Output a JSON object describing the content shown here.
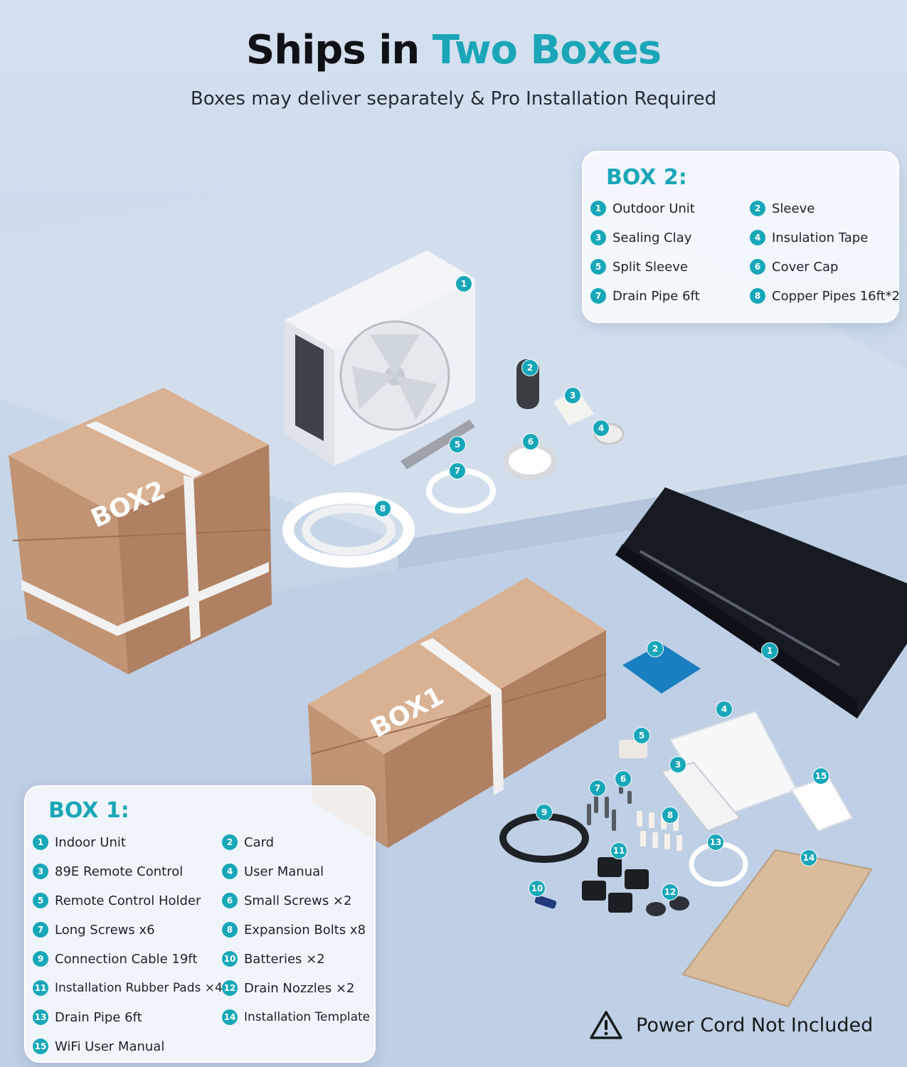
{
  "title": {
    "part1": "Ships in ",
    "part2": "Two Boxes"
  },
  "subtitle": "Boxes may deliver separately & Pro Installation Required",
  "colors": {
    "accent": "#1aa6b8",
    "marker": "#17a7b9",
    "box": "#c59a7a"
  },
  "box_labels": {
    "box2": "BOX2",
    "box1": "BOX1"
  },
  "box2_panel": {
    "heading": "BOX 2:",
    "items": [
      {
        "n": "1",
        "label": "Outdoor Unit"
      },
      {
        "n": "2",
        "label": "Sleeve"
      },
      {
        "n": "3",
        "label": "Sealing Clay"
      },
      {
        "n": "4",
        "label": "Insulation Tape"
      },
      {
        "n": "5",
        "label": "Split Sleeve"
      },
      {
        "n": "6",
        "label": "Cover Cap"
      },
      {
        "n": "7",
        "label": "Drain Pipe 6ft"
      },
      {
        "n": "8",
        "label": "Copper Pipes 16ft*2"
      }
    ]
  },
  "box1_panel": {
    "heading": "BOX 1:",
    "items": [
      {
        "n": "1",
        "label": "Indoor Unit"
      },
      {
        "n": "2",
        "label": "Card"
      },
      {
        "n": "3",
        "label": "89E Remote Control"
      },
      {
        "n": "4",
        "label": "User Manual"
      },
      {
        "n": "5",
        "label": "Remote Control Holder"
      },
      {
        "n": "6",
        "label": "Small Screws ×2"
      },
      {
        "n": "7",
        "label": "Long Screws x6"
      },
      {
        "n": "8",
        "label": "Expansion Bolts x8"
      },
      {
        "n": "9",
        "label": "Connection Cable 19ft"
      },
      {
        "n": "10",
        "label": "Batteries ×2"
      },
      {
        "n": "11",
        "label": "Installation Rubber Pads ×4"
      },
      {
        "n": "12",
        "label": "Drain Nozzles ×2"
      },
      {
        "n": "13",
        "label": "Drain Pipe 6ft"
      },
      {
        "n": "14",
        "label": "Installation Template"
      },
      {
        "n": "15",
        "label": "WiFi User Manual"
      }
    ]
  },
  "scene_markers": {
    "box2": [
      "1",
      "2",
      "3",
      "4",
      "5",
      "6",
      "7",
      "8"
    ],
    "box1": [
      "1",
      "2",
      "3",
      "4",
      "5",
      "6",
      "7",
      "8",
      "9",
      "10",
      "11",
      "12",
      "13",
      "14",
      "15"
    ]
  },
  "notice": {
    "icon": "warning-triangle-icon",
    "text": "Power Cord Not Included"
  }
}
